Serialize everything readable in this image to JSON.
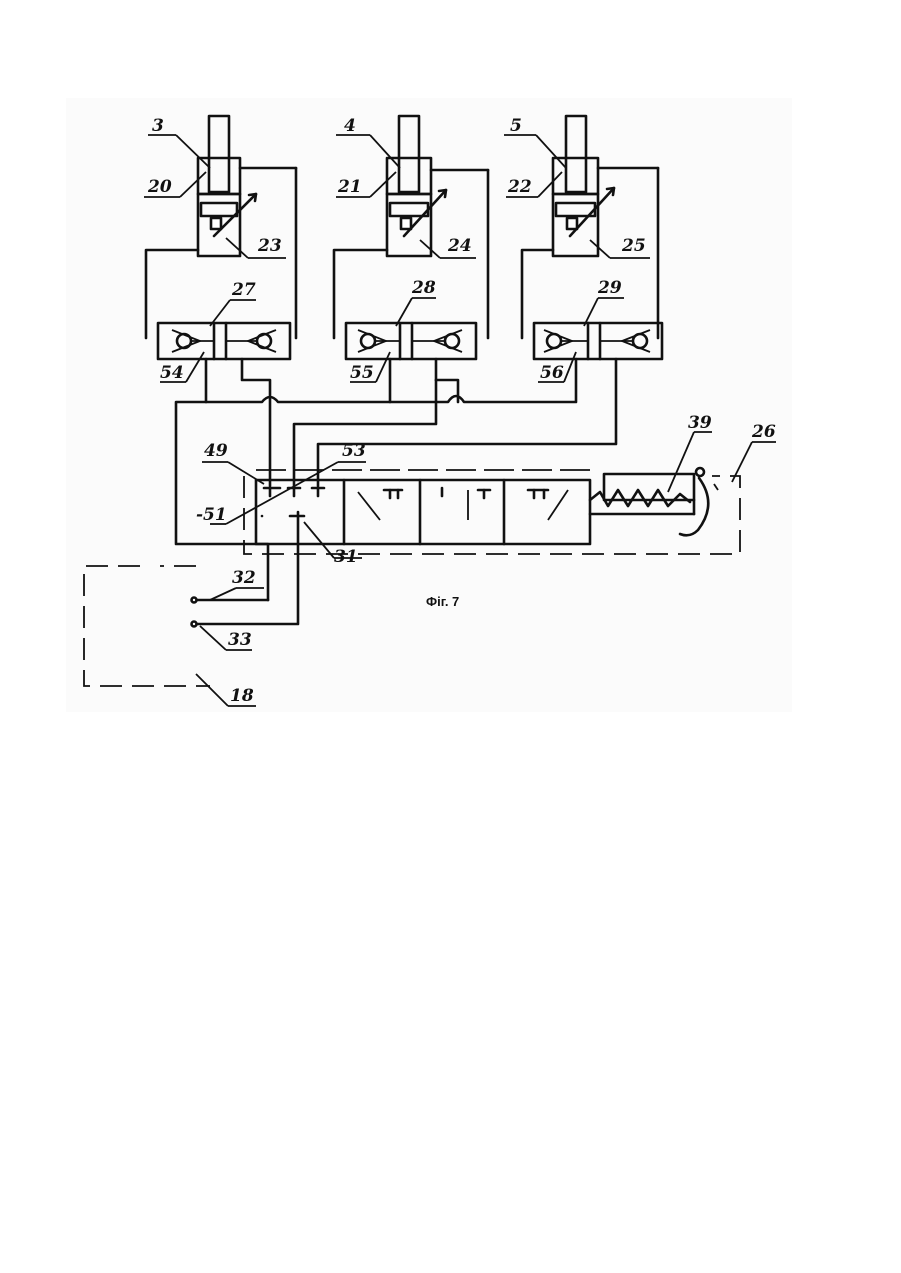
{
  "figure": {
    "caption": "Фіг. 7"
  },
  "labels": {
    "l3": "3",
    "l4": "4",
    "l5": "5",
    "l20": "20",
    "l21": "21",
    "l22": "22",
    "l23": "23",
    "l24": "24",
    "l25": "25",
    "l27": "27",
    "l28": "28",
    "l29": "29",
    "l54": "54",
    "l55": "55",
    "l56": "56",
    "l49": "49",
    "l53": "53",
    "l51": "-51",
    "l31": "31",
    "l39": "39",
    "l26": "26",
    "l32": "32",
    "l33": "33",
    "l18": "18"
  }
}
